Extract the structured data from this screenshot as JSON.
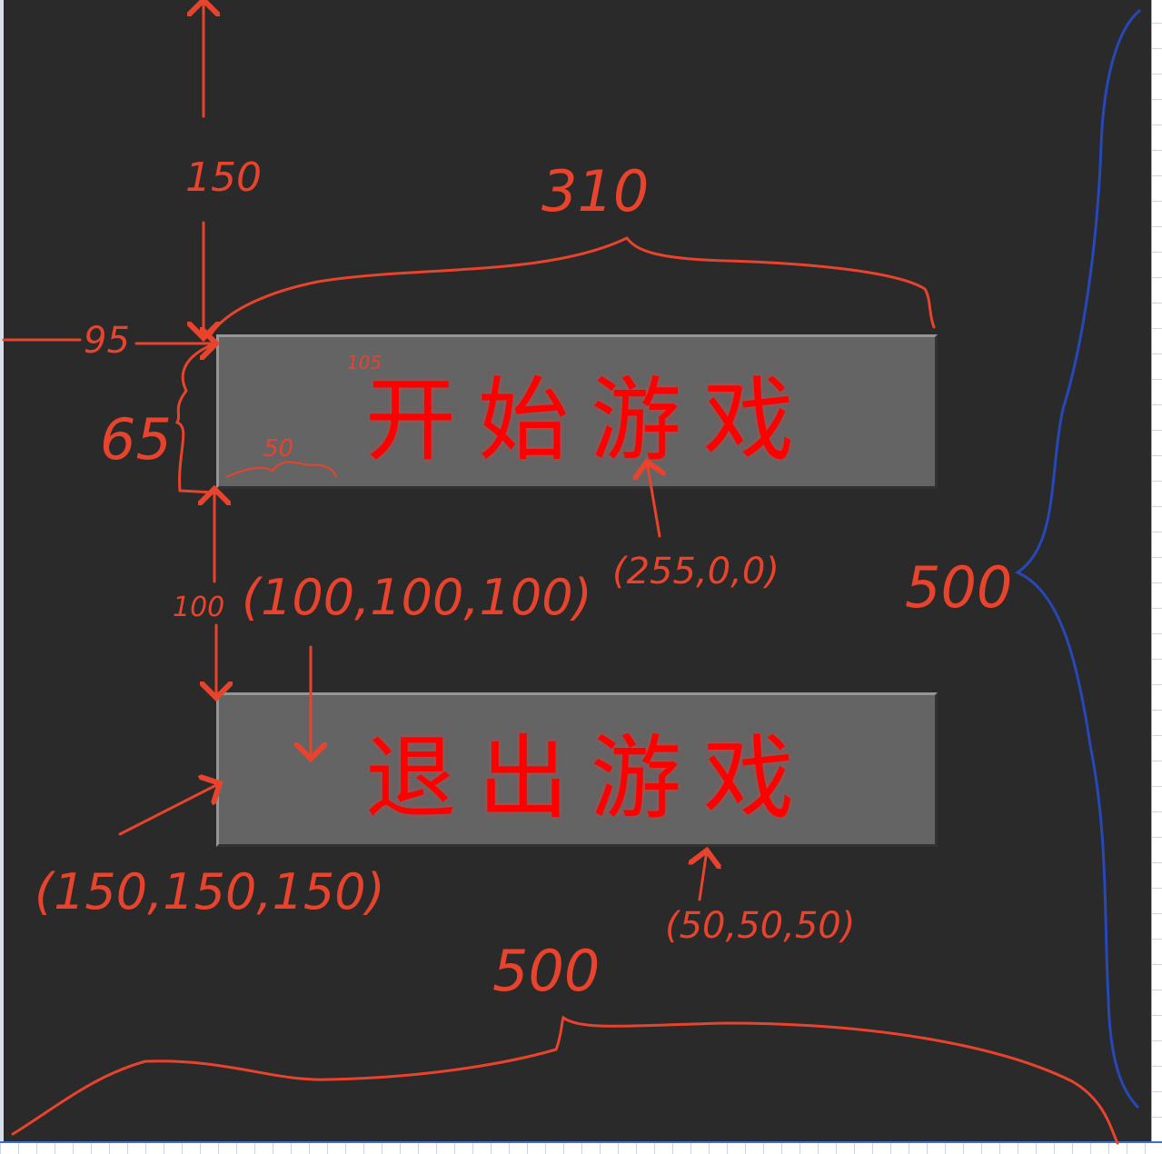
{
  "buttons": {
    "start": {
      "label": "开始游戏"
    },
    "quit": {
      "label": "退出游戏"
    }
  },
  "annotations": {
    "top_margin": "150",
    "button_width": "310",
    "left_margin": "95",
    "button_height": "65",
    "text_size": "105",
    "text_indent": "50",
    "button_gap": "100",
    "button_color": "(100,100,100)",
    "text_color": "(255,0,0)",
    "window_height": "500",
    "highlight_color": "(150,150,150)",
    "shadow_color": "(50,50,50)",
    "window_width": "500"
  },
  "colors": {
    "background": "#2a2a2a",
    "button_fill": "#646464",
    "button_highlight": "#969696",
    "button_shadow": "#323232",
    "text": "#ff0000",
    "annotation_red": "#e8432c",
    "annotation_blue": "#2748b8"
  }
}
